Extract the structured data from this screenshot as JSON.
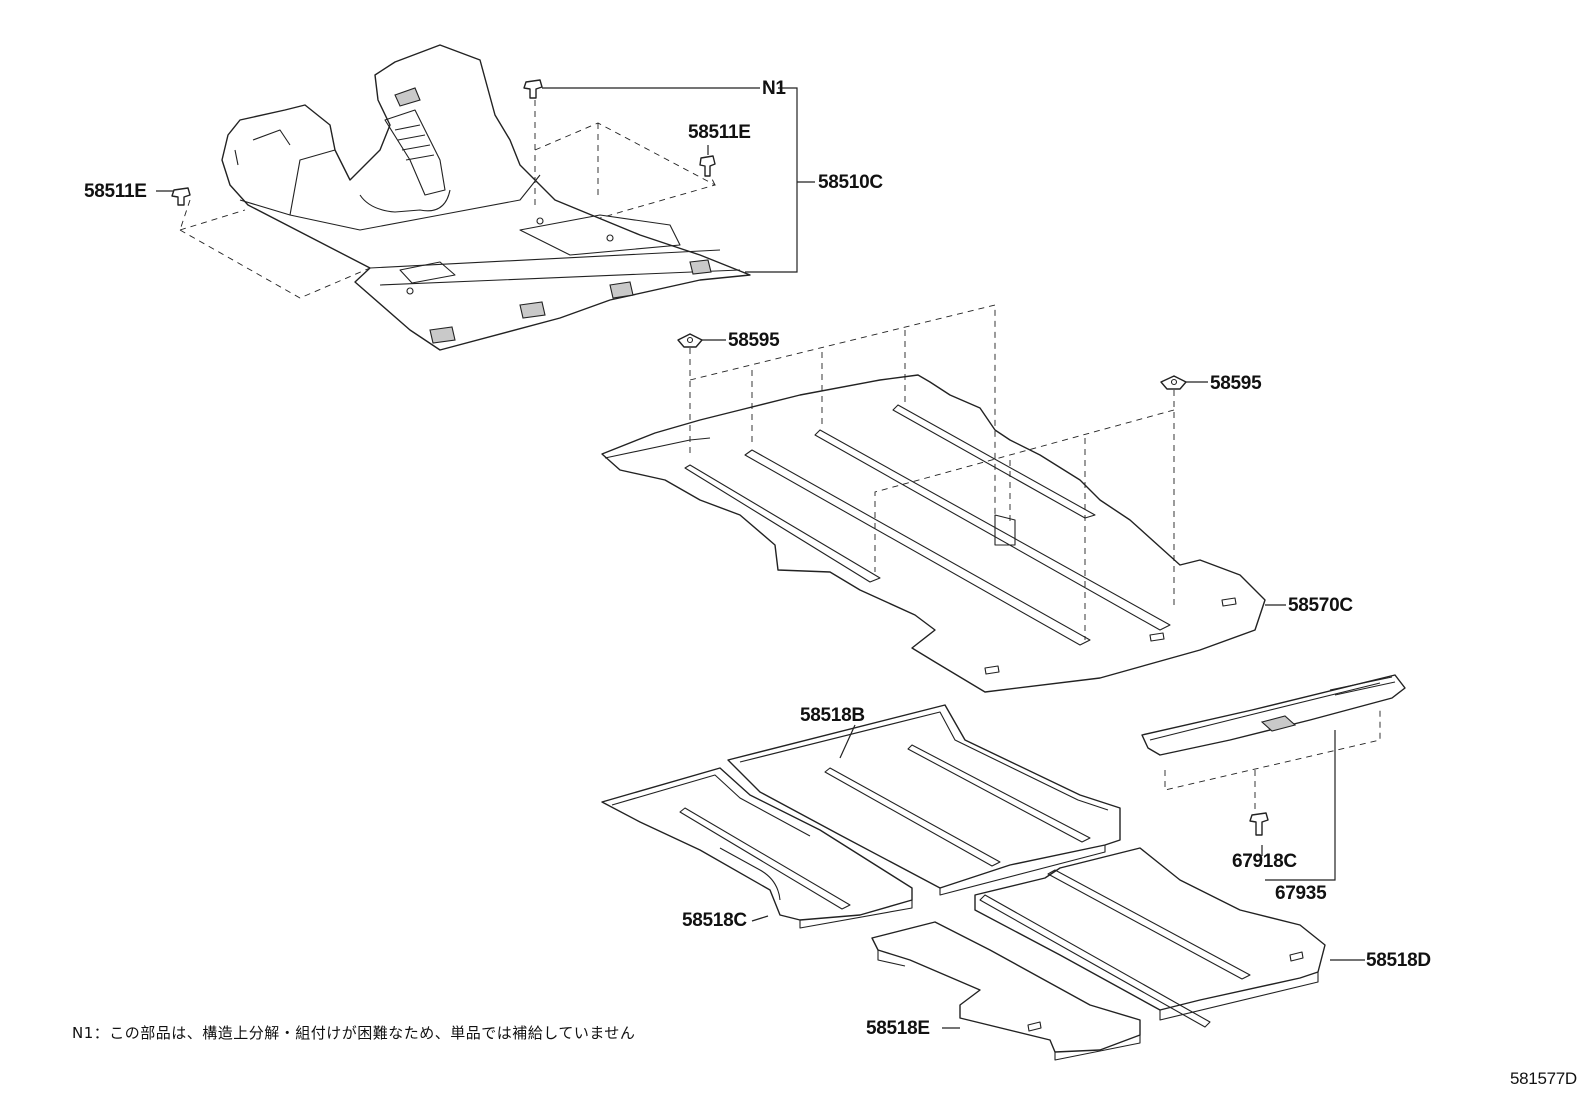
{
  "labels": {
    "p58511E_left": "58511E",
    "p58511E_right": "58511E",
    "n1": "N1",
    "p58510C": "58510C",
    "p58595_left": "58595",
    "p58595_right": "58595",
    "p58570C": "58570C",
    "p58518B": "58518B",
    "p58518C": "58518C",
    "p67918C": "67918C",
    "p67935": "67935",
    "p58518D": "58518D",
    "p58518E": "58518E"
  },
  "note": "N1：この部品は、構造上分解・組付けが困難なため、単品では補給していません",
  "diagram_id": "581577D"
}
